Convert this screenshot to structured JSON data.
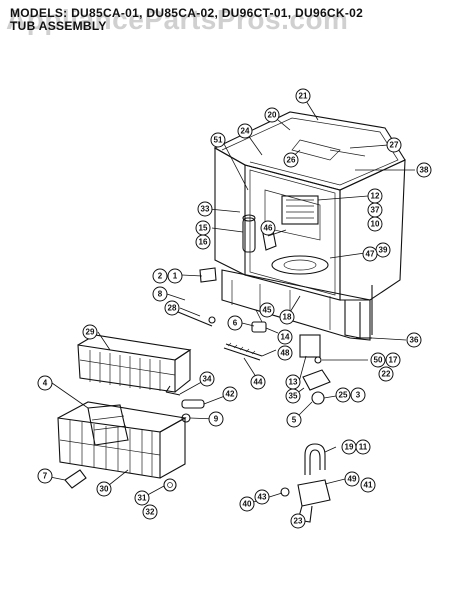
{
  "header": {
    "line1": "MODELS: DU85CA-01, DU85CA-02, DU96CT-01, DU96CK-02",
    "line2": "TUB ASSEMBLY"
  },
  "watermark": "AppliancePartsPros.com",
  "callouts": {
    "c21": "21",
    "c20": "20",
    "c24": "24",
    "c51": "51",
    "c27": "27",
    "c26": "26",
    "c38": "38",
    "c12": "12",
    "c37": "37",
    "c10": "10",
    "c33": "33",
    "c15": "15",
    "c16": "16",
    "c46": "46",
    "c39": "39",
    "c47": "47",
    "c2": "2",
    "c1": "1",
    "c8": "8",
    "c28": "28",
    "c45": "45",
    "c18": "18",
    "c6": "6",
    "c14": "14",
    "c36": "36",
    "c48": "48",
    "c29": "29",
    "c44": "44",
    "c13": "13",
    "c50": "50",
    "c17": "17",
    "c22": "22",
    "c35": "35",
    "c25": "25",
    "c3": "3",
    "c5": "5",
    "c4": "4",
    "c34": "34",
    "c42": "42",
    "c9": "9",
    "c19": "19",
    "c11": "11",
    "c7": "7",
    "c30": "30",
    "c31": "31",
    "c32": "32",
    "c49": "49",
    "c41": "41",
    "c40": "40",
    "c43": "43",
    "c23": "23"
  }
}
